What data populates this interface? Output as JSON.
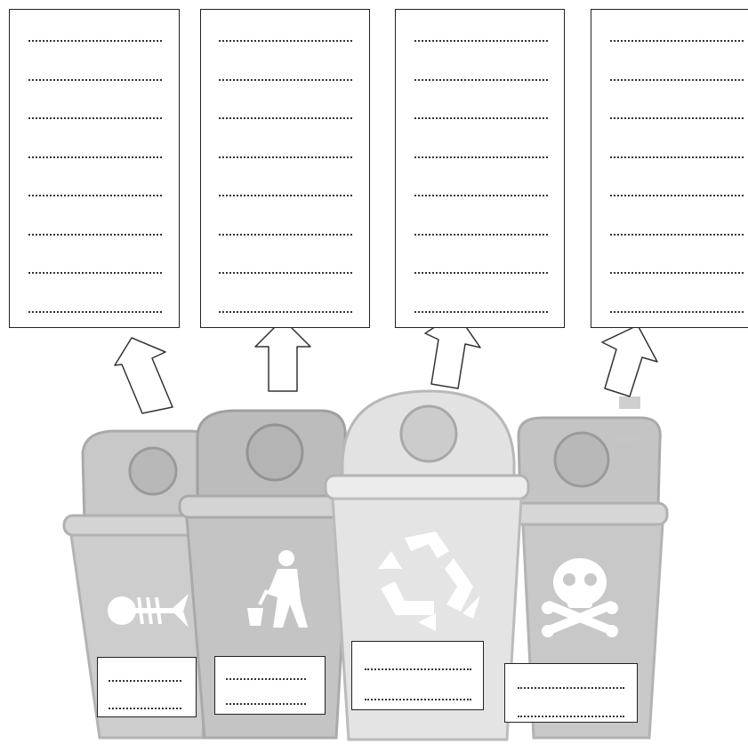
{
  "worksheet": {
    "columns": [
      {
        "id": "organic",
        "lines": 8,
        "bin_symbol": "fish-bone-icon"
      },
      {
        "id": "general",
        "lines": 8,
        "bin_symbol": "person-trash-icon"
      },
      {
        "id": "recycle",
        "lines": 8,
        "bin_symbol": "recycle-icon"
      },
      {
        "id": "hazardous",
        "lines": 8,
        "bin_symbol": "skull-crossbones-icon"
      }
    ],
    "bin_label_lines": 2,
    "watermark": "galaktik",
    "colors": {
      "bin_light": "#d9d9d9",
      "bin_mid": "#bdbdbd",
      "bin_dark": "#9e9e9e",
      "outline": "#222222",
      "icon": "#ffffff"
    }
  }
}
